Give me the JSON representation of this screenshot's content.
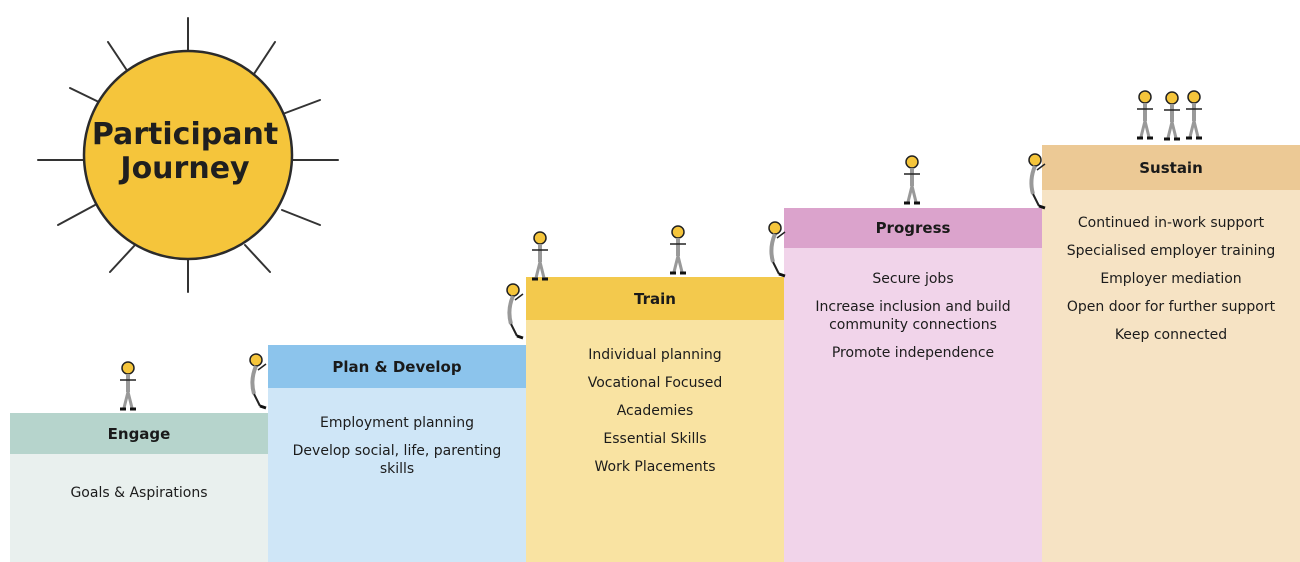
{
  "title": {
    "line1": "Participant",
    "line2": "Journey"
  },
  "steps": [
    {
      "name": "Engage",
      "items": [
        "Goals & Aspirations"
      ]
    },
    {
      "name": "Plan & Develop",
      "items": [
        "Employment planning",
        "Develop social, life, parenting skills"
      ]
    },
    {
      "name": "Train",
      "items": [
        "Individual planning",
        "Vocational Focused",
        "Academies",
        "Essential Skills",
        "Work Placements"
      ]
    },
    {
      "name": "Progress",
      "items": [
        "Secure jobs",
        "Increase inclusion and build community connections",
        "Promote independence"
      ]
    },
    {
      "name": "Sustain",
      "items": [
        "Continued in-work support",
        "Specialised employer training",
        "Employer mediation",
        "Open door for further support",
        "Keep connected"
      ]
    }
  ],
  "colors": {
    "sun": "#f5c53b",
    "engage": "#b6d4cc",
    "plan": "#8cc4ec",
    "train": "#f3c94d",
    "progress": "#dba3cc",
    "sustain": "#ecc995"
  },
  "icons": [
    "sun-icon",
    "stick-figure-icon"
  ]
}
